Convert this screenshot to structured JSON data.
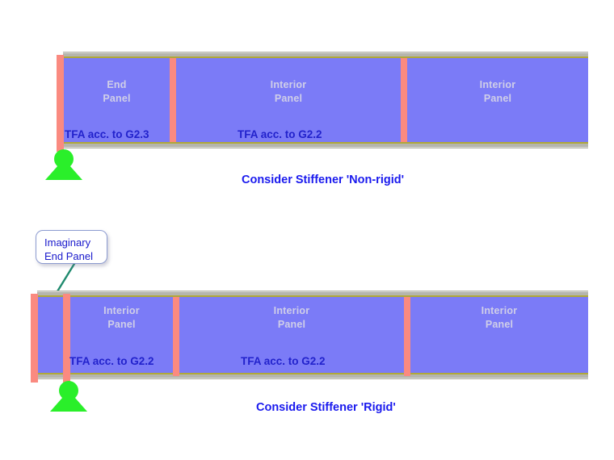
{
  "diagram": {
    "title_alt": "Stiffener rigidity comparison diagram",
    "colors": {
      "web": "#7b7bf7",
      "stiffener": "#fa8a80",
      "flange": "#b5b5ad",
      "flange_line": "#b0a838",
      "support": "#2aef2a",
      "note_text": "#2222cc",
      "caption_text": "#1a1aee",
      "panel_label": "#d0cfe8",
      "callout_border": "#8c9bd0",
      "callout_text": "#1a1acc",
      "leader_line": "#1f8a6e"
    },
    "cases": [
      {
        "id": "non-rigid",
        "caption": "Consider Stiffener 'Non-rigid'",
        "panels": [
          {
            "title": "End\nPanel",
            "note": "TFA acc. to G2.3"
          },
          {
            "title": "Interior\nPanel",
            "note": "TFA acc. to G2.2"
          },
          {
            "title": "Interior\nPanel",
            "note": ""
          }
        ]
      },
      {
        "id": "rigid",
        "caption": "Consider Stiffener 'Rigid'",
        "panels": [
          {
            "title": "",
            "note": ""
          },
          {
            "title": "Interior\nPanel",
            "note": "TFA acc. to G2.2"
          },
          {
            "title": "Interior\nPanel",
            "note": "TFA acc. to G2.2"
          },
          {
            "title": "Interior\nPanel",
            "note": ""
          }
        ]
      }
    ],
    "callout": {
      "text": "Imaginary\nEnd Panel"
    }
  }
}
